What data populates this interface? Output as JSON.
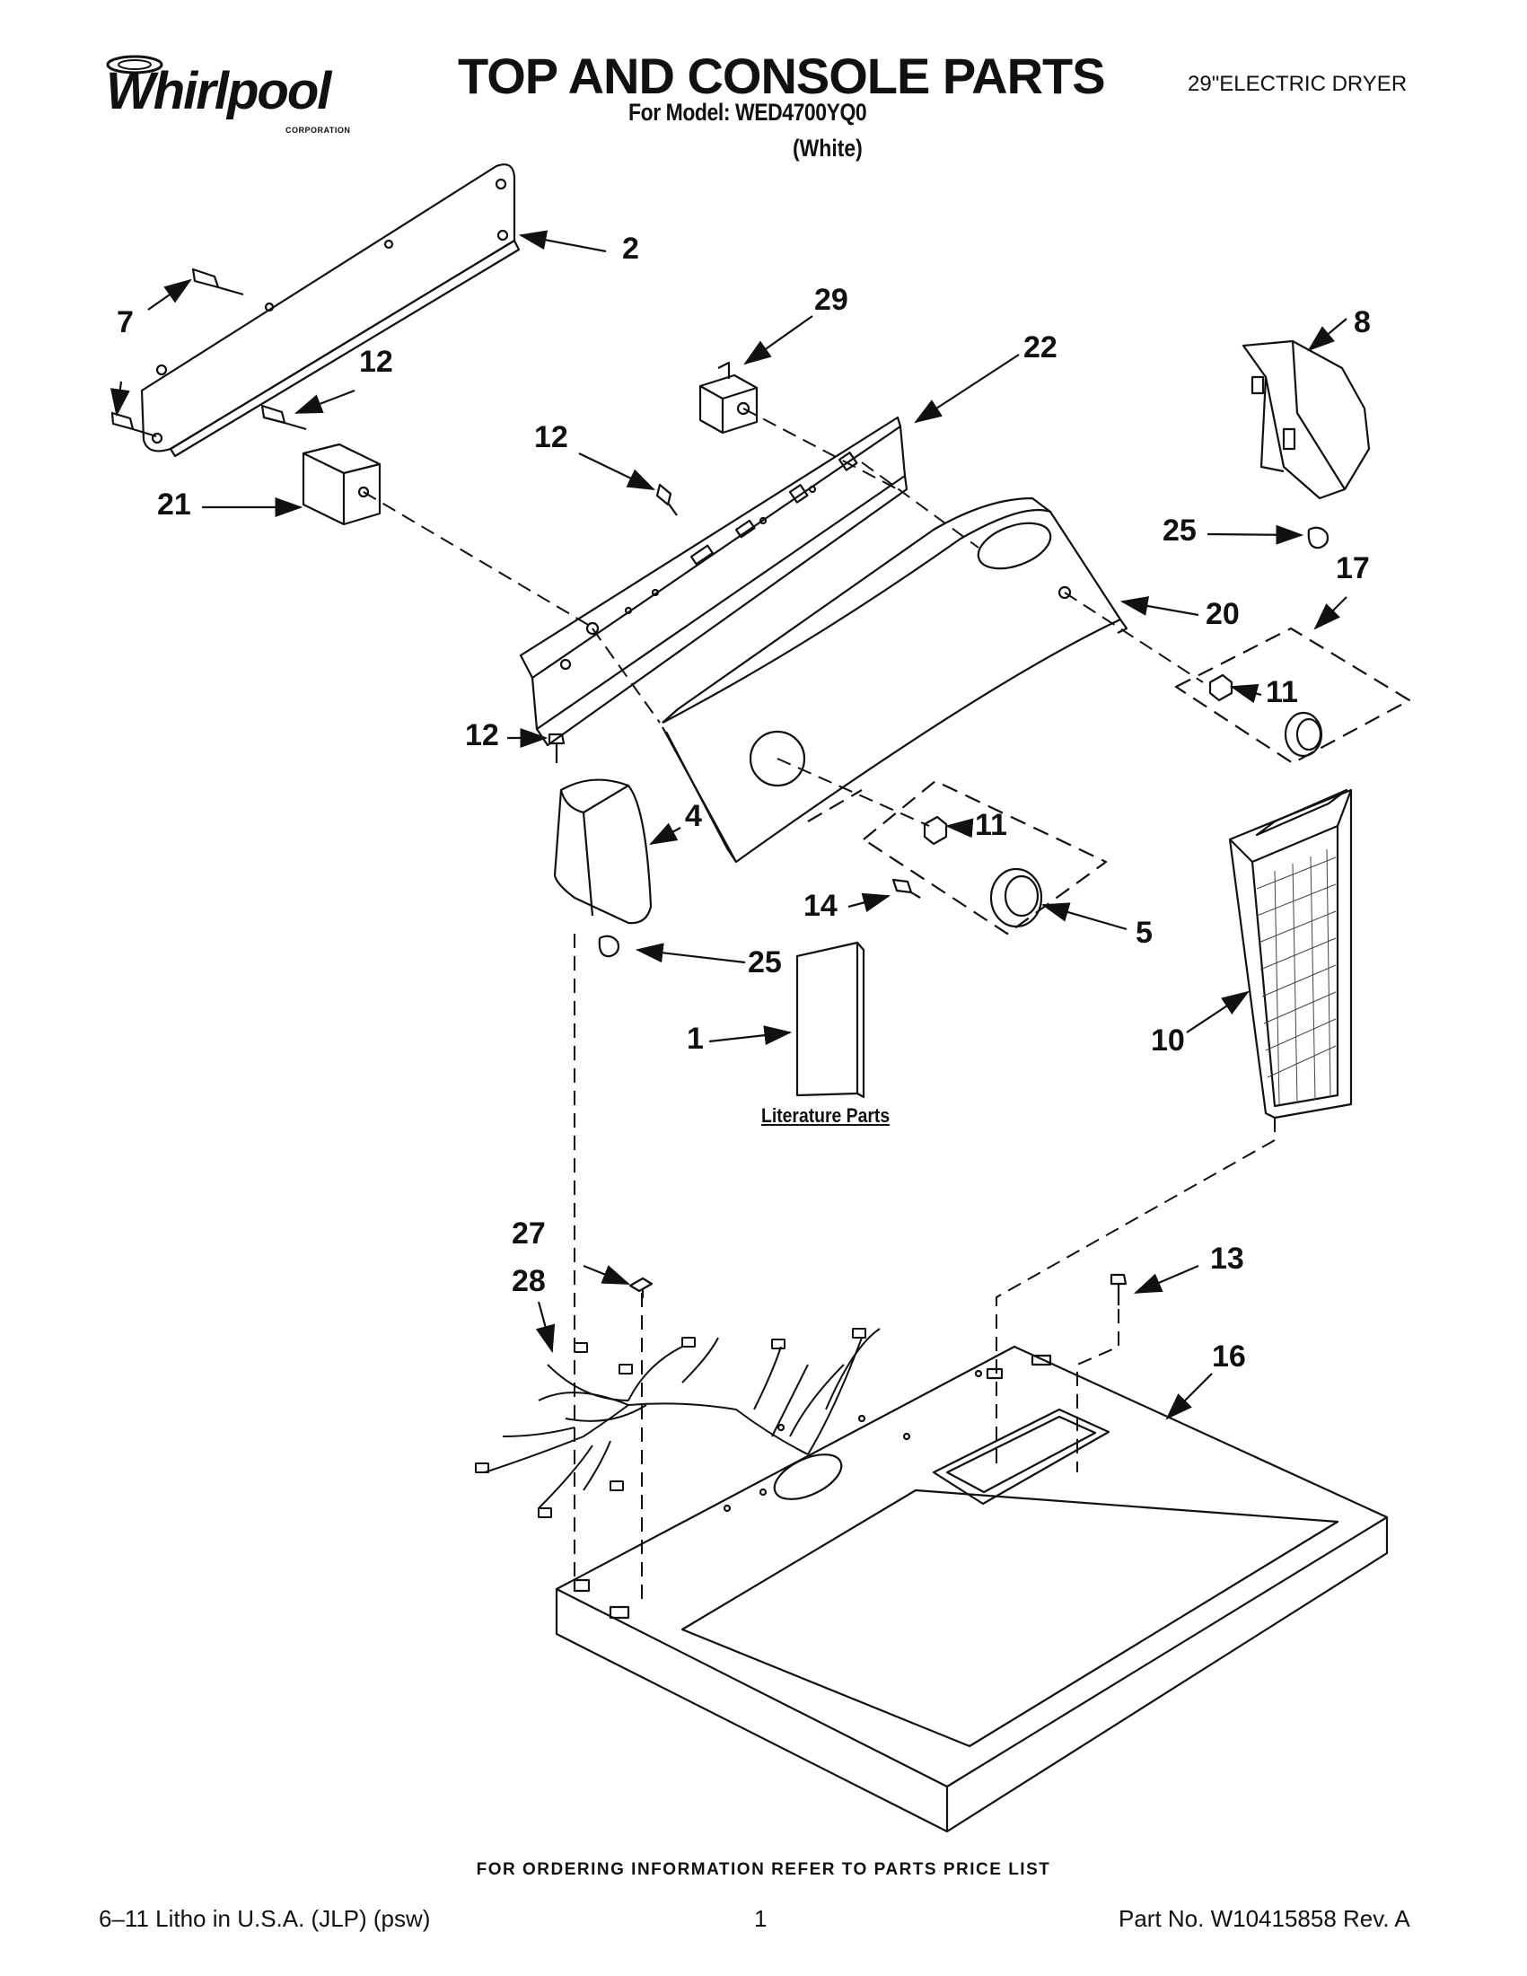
{
  "brand": {
    "name": "Whirlpool",
    "sub": "CORPORATION"
  },
  "header": {
    "title": "TOP AND CONSOLE PARTS",
    "model_line": "For Model: WED4700YQ0",
    "color": "(White)",
    "product": "29\"ELECTRIC DRYER"
  },
  "callouts": [
    "2",
    "7",
    "12",
    "21",
    "29",
    "22",
    "12",
    "8",
    "25",
    "17",
    "20",
    "11",
    "12",
    "4",
    "11",
    "14",
    "5",
    "25",
    "1",
    "10",
    "27",
    "28",
    "13",
    "16"
  ],
  "literature_label": "Literature Parts",
  "footer": {
    "ordering": "FOR ORDERING INFORMATION REFER TO PARTS PRICE LIST",
    "print_info": "6–11 Litho in U.S.A. (JLP) (psw)",
    "page": "1",
    "part_no": "Part No. W10415858 Rev. A"
  }
}
